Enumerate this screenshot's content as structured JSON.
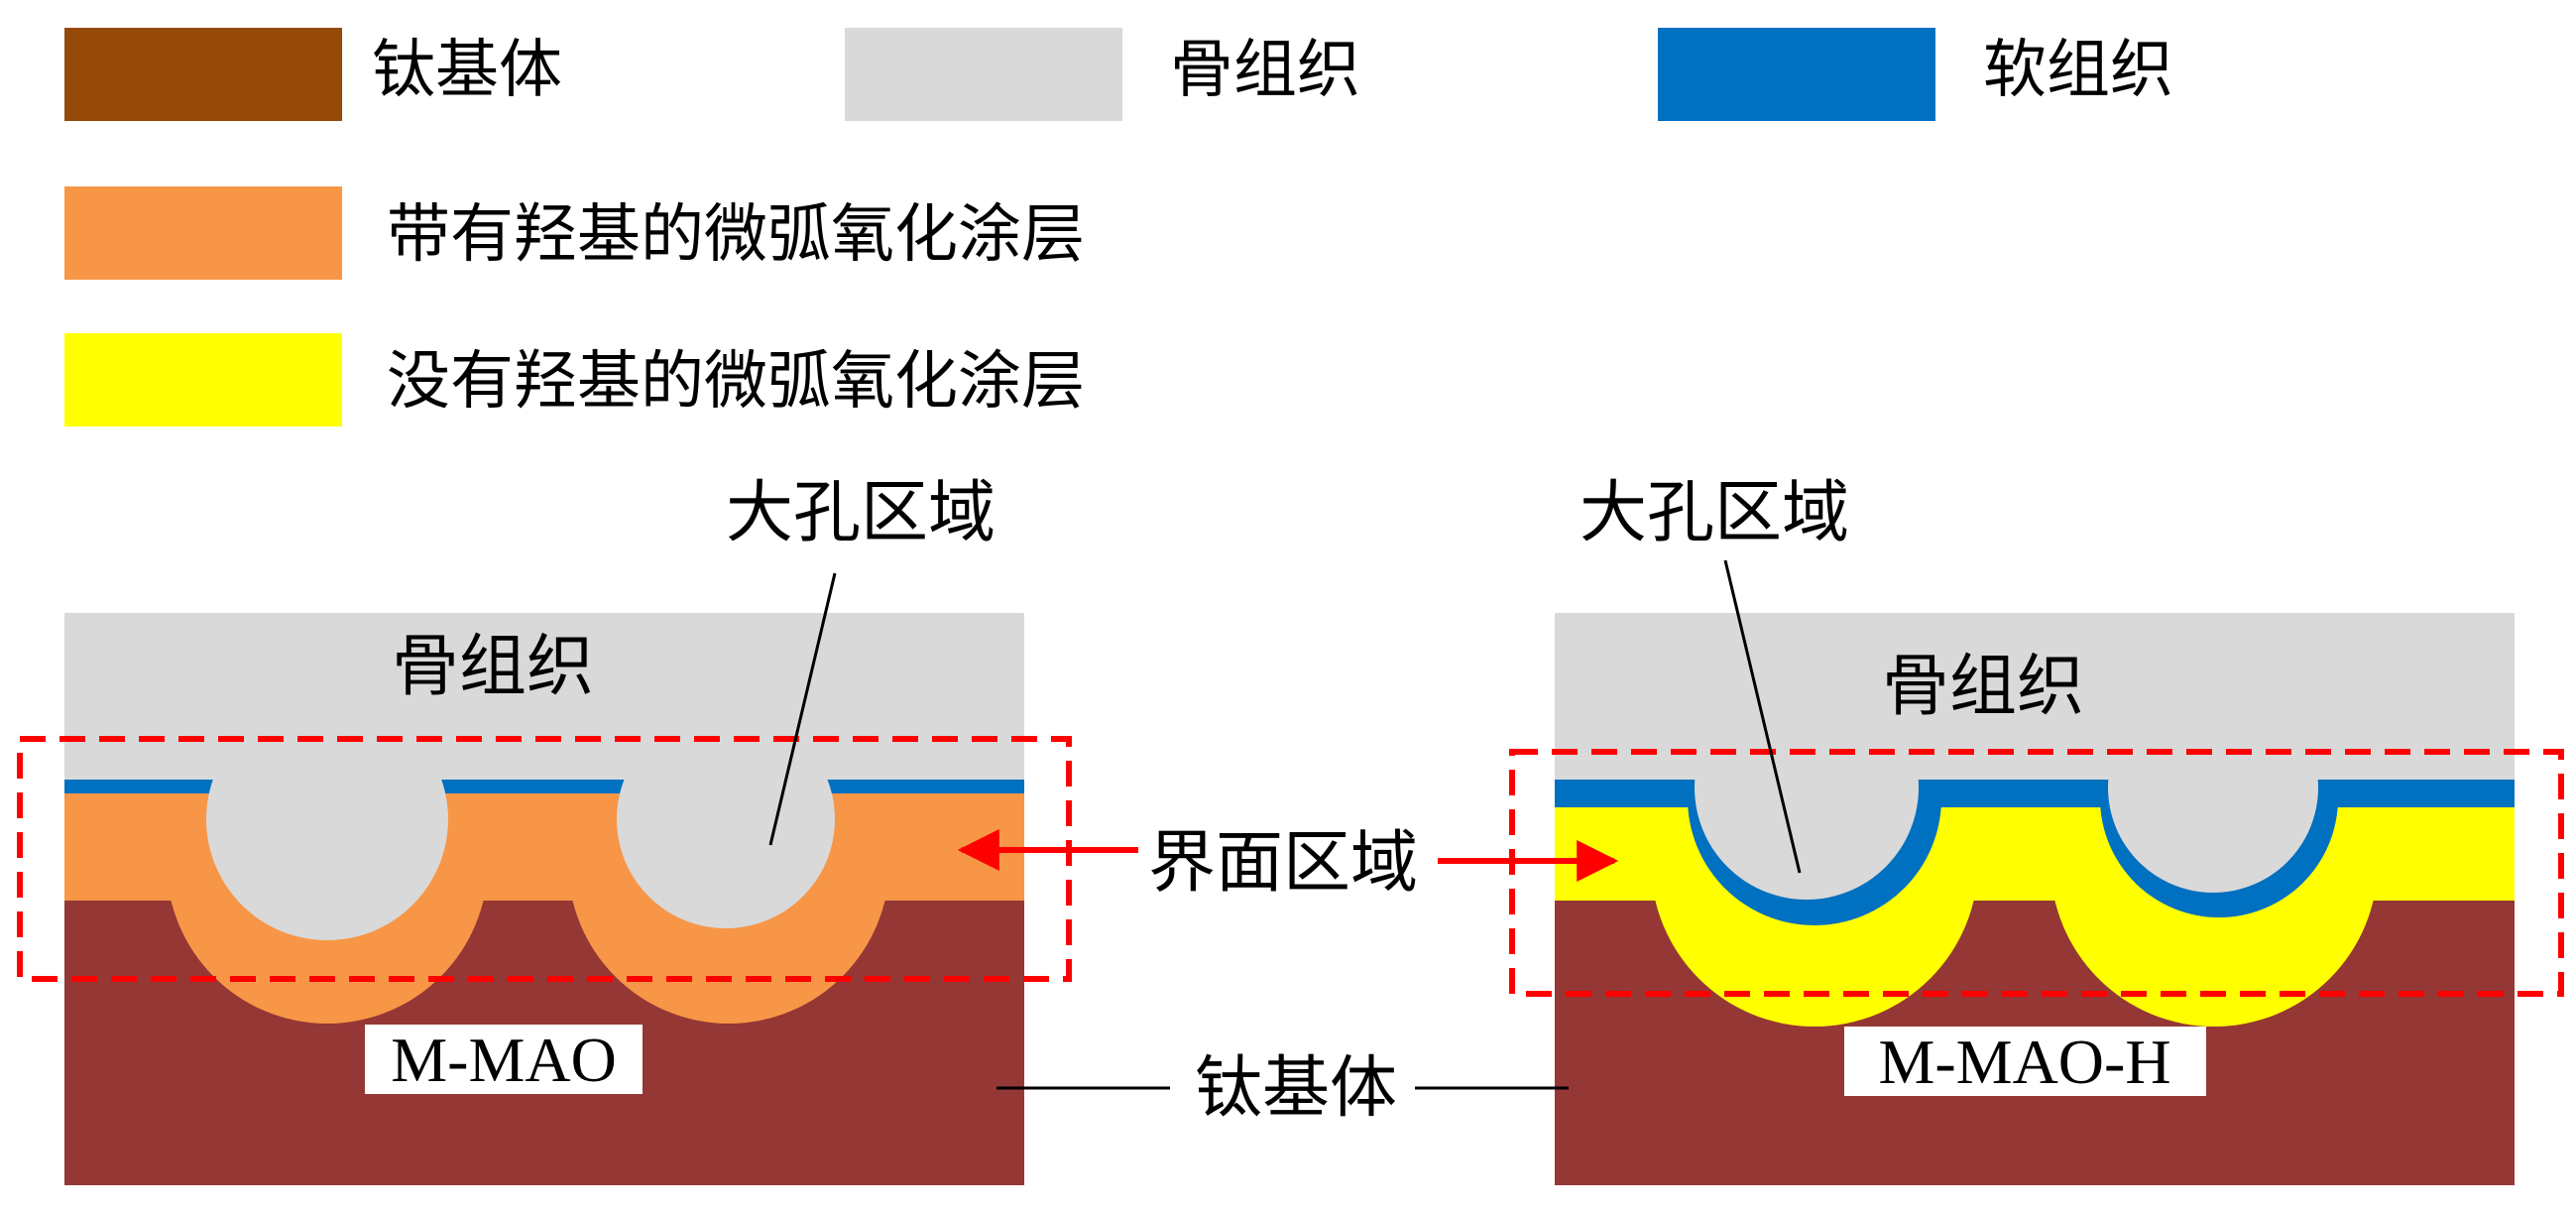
{
  "legend": [
    {
      "label": "钛基体",
      "color": "#954A09"
    },
    {
      "label": "骨组织",
      "color": "#D9D9D9"
    },
    {
      "label": "软组织",
      "color": "#0070C0"
    },
    {
      "label": "带有羟基的微弧氧化涂层",
      "color": "#F79646"
    },
    {
      "label": "没有羟基的微弧氧化涂层",
      "color": "#FFFF00"
    }
  ],
  "diagram": {
    "left": {
      "top_label": "骨组织",
      "pore_label": "大孔区域",
      "sample_label": "M-MAO",
      "coating_color": "#F79646"
    },
    "right": {
      "top_label": "骨组织",
      "pore_label": "大孔区域",
      "sample_label": "M-MAO-H",
      "coating_color": "#FFFF00"
    },
    "interface_label": "界面区域",
    "substrate_label": "钛基体",
    "colors": {
      "substrate": "#953735",
      "bone": "#D9D9D9",
      "soft_tissue": "#0070C0",
      "dashed_box": "#FF0000",
      "arrow": "#FF0000"
    }
  }
}
